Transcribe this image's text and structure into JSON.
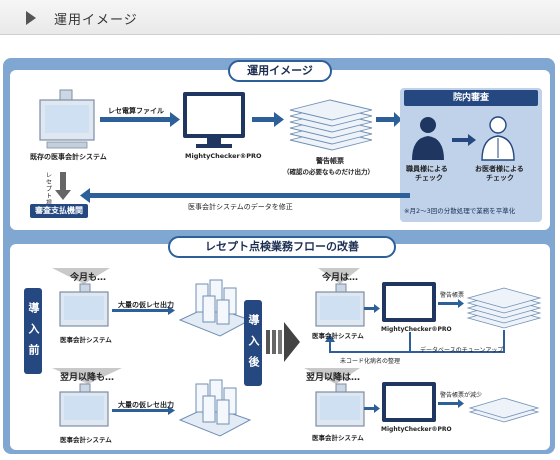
{
  "header": {
    "title": "運用イメージ"
  },
  "section1": {
    "title": "運用イメージ",
    "file_label": "レセ電算ファイル",
    "system_label": "既存の医事会計システム",
    "product_label": "MightyChecker®PRO",
    "warn_title": "警告帳票",
    "warn_sub": "（確認の必要なものだけ出力）",
    "review_title": "院内審査",
    "staff_label_1": "職員様による",
    "staff_label_2": "チェック",
    "doctor_label_1": "お医者様による",
    "doctor_label_2": "チェック",
    "note": "※月2〜3回の分散処理で業務を平準化",
    "fix_label": "医事会計システムのデータを修正",
    "receipt_side": "レセプト提出",
    "agency": "審査支払機関"
  },
  "section2": {
    "title": "レセプト点検業務フローの改善",
    "before_tag": "導入前",
    "after_tag": "導入後",
    "this_month_before": "今月も…",
    "next_month_before": "翌月以降も…",
    "this_month_after": "今月は…",
    "next_month_after": "翌月以降は…",
    "massive_label": "大量の仮レセ出力",
    "system_label": "医事会計システム",
    "product_label": "MightyChecker®PRO",
    "warn_output": "警告帳票",
    "tuning": "データベースのチューンアップ",
    "code_fix": "未コード化病名の整理",
    "warn_reduced": "警告帳票が減少"
  }
}
